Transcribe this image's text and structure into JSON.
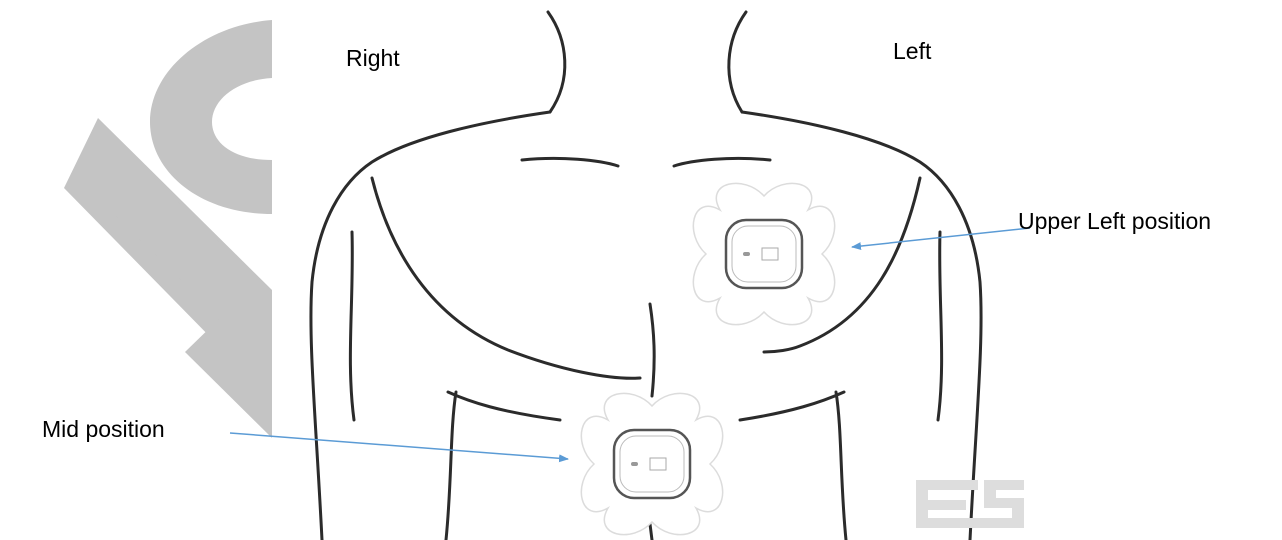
{
  "labels": {
    "right": "Right",
    "left": "Left",
    "upper_left_position": "Upper Left position",
    "mid_position": "Mid position"
  },
  "colors": {
    "outline": "#2b2b2b",
    "watermark": "#c4c4c4",
    "patch": "#dcdcdc",
    "arrow": "#5b9bd5"
  },
  "icons": {
    "watermark_logo": "fc-logo-icon",
    "brand_logo": "es-logo-icon"
  }
}
